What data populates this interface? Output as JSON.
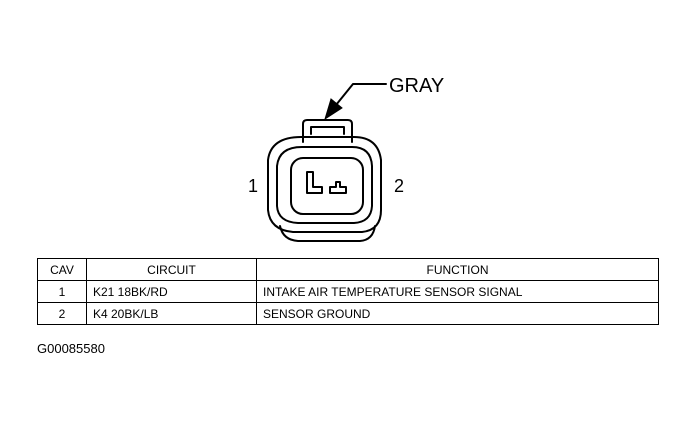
{
  "connector": {
    "color_label": "GRAY",
    "cavity_labels": [
      "1",
      "2"
    ]
  },
  "table": {
    "headers": [
      "CAV",
      "CIRCUIT",
      "FUNCTION"
    ],
    "rows": [
      {
        "cav": "1",
        "circuit": "K21 18BK/RD",
        "function": "INTAKE AIR TEMPERATURE SENSOR SIGNAL"
      },
      {
        "cav": "2",
        "circuit": "K4 20BK/LB",
        "function": "SENSOR GROUND"
      }
    ]
  },
  "figure_code": "G00085580"
}
